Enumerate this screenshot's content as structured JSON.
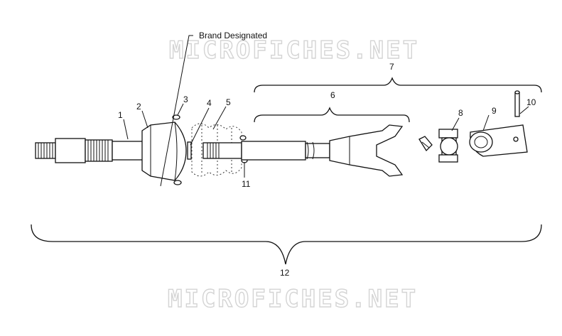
{
  "watermark": {
    "top": "MICROFICHES.NET",
    "bottom": "MICROFICHES.NET"
  },
  "note": {
    "brand": "Brand Designated"
  },
  "callouts": {
    "c1": "1",
    "c2": "2",
    "c3": "3",
    "c4": "4",
    "c5": "5",
    "c6": "6",
    "c7": "7",
    "c8": "8",
    "c9": "9",
    "c10": "10",
    "c11": "11",
    "c12": "12"
  },
  "icons": [
    "splined-stub-shaft-icon",
    "cv-joint-housing-icon",
    "boot-clamp-icon",
    "snap-ring-icon",
    "cv-boot-icon",
    "propeller-shaft-yoke-icon",
    "grease-fitting-icon",
    "u-joint-cross-icon",
    "end-yoke-icon",
    "roll-pin-icon"
  ]
}
